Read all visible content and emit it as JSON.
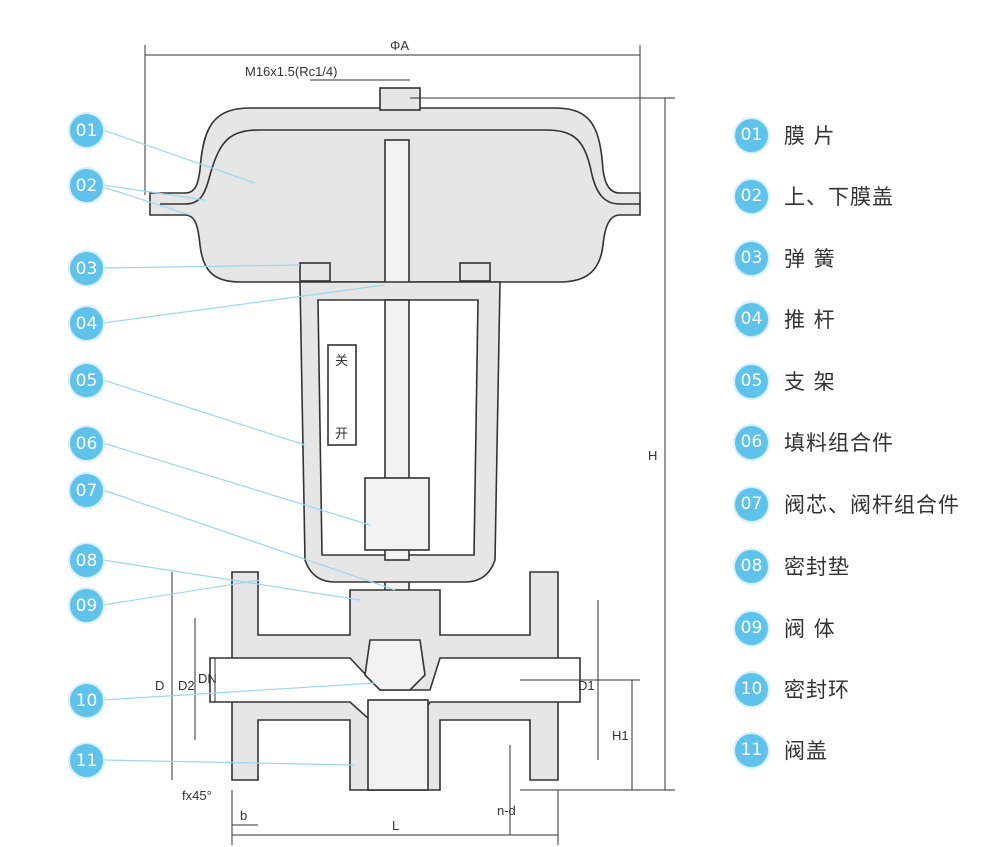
{
  "dimensions": {
    "phiA": "ΦA",
    "thread": "M16x1.5(Rc1/4)",
    "H": "H",
    "H1": "H1",
    "D": "D",
    "D1": "D1",
    "D2": "D2",
    "DN": "DN",
    "L": "L",
    "b": "b",
    "nd": "n-d",
    "chamfer": "fx45°",
    "scale_close": "关",
    "scale_open": "开"
  },
  "callouts": [
    "01",
    "02",
    "03",
    "04",
    "05",
    "06",
    "07",
    "08",
    "09",
    "10",
    "11"
  ],
  "legend": [
    {
      "num": "01",
      "label": "膜 片"
    },
    {
      "num": "02",
      "label": "上、下膜盖"
    },
    {
      "num": "03",
      "label": "弹 簧"
    },
    {
      "num": "04",
      "label": "推 杆"
    },
    {
      "num": "05",
      "label": "支 架"
    },
    {
      "num": "06",
      "label": "填料组合件"
    },
    {
      "num": "07",
      "label": "阀芯、阀杆组合件"
    },
    {
      "num": "08",
      "label": "密封垫"
    },
    {
      "num": "09",
      "label": "阀 体"
    },
    {
      "num": "10",
      "label": "密封环"
    },
    {
      "num": "11",
      "label": "阀盖"
    }
  ],
  "colors": {
    "badge": "#5ec2ea",
    "fill": "#e6e6e6",
    "line": "#333333",
    "leader": "#9fd5ee"
  }
}
